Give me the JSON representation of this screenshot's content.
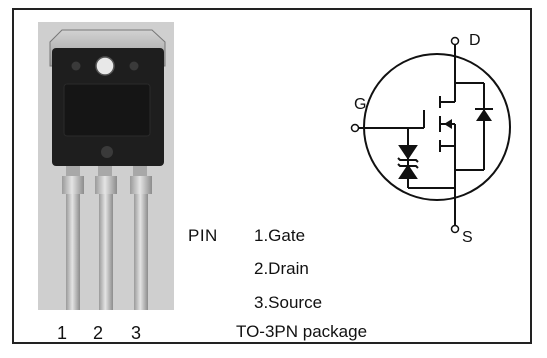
{
  "pin_numbers": [
    "1",
    "2",
    "3"
  ],
  "pin_heading": "PIN",
  "pin_list": [
    "1.Gate",
    "2.Drain",
    "3.Source"
  ],
  "package_label": "TO-3PN package",
  "symbol": {
    "drain_label": "D",
    "source_label": "S",
    "gate_label": "G"
  },
  "icons": [
    "mosfet-symbol-icon",
    "to3pn-package-icon",
    "diode-icon",
    "zener-diode-icon"
  ],
  "colors": {
    "package_body": "#1e1e1e",
    "package_tab": "#b4b4b4",
    "leads": "#c8c8c8",
    "line": "#111111"
  }
}
